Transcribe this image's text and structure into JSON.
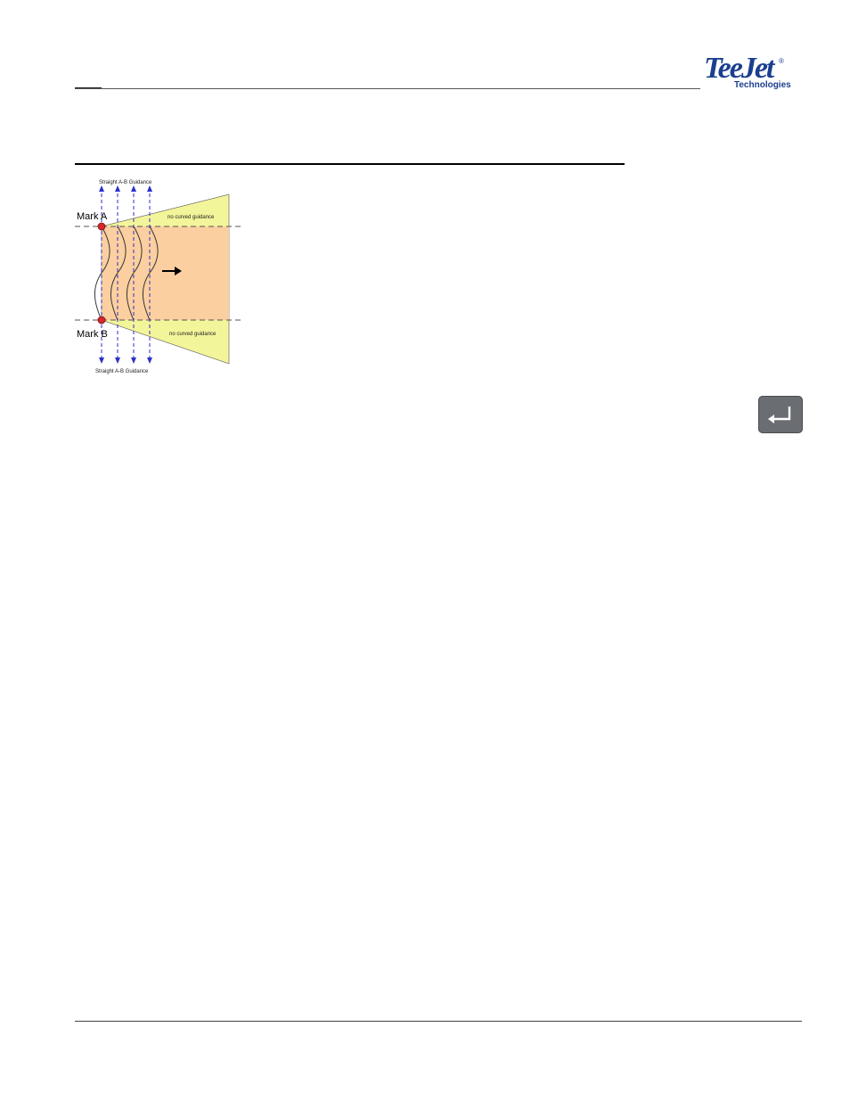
{
  "header": {
    "logo_text": "TeeJet",
    "logo_sub": "Technologies"
  },
  "figure": {
    "label_top": "Straight A-B Guidance",
    "label_bottom": "Straight A-B Guidance",
    "mark_a": "Mark A",
    "mark_b": "Mark B",
    "zone_top": "no curved guidance",
    "zone_bottom": "no curved guidance",
    "colors": {
      "yellow_zone": "#f3f59a",
      "orange_zone": "#fbcf9f",
      "mark_dot": "#d8262c",
      "guidance_arrow": "#2b2fc8"
    }
  },
  "enter_key": {
    "icon": "enter-return-icon",
    "color": "#6a6e73"
  }
}
